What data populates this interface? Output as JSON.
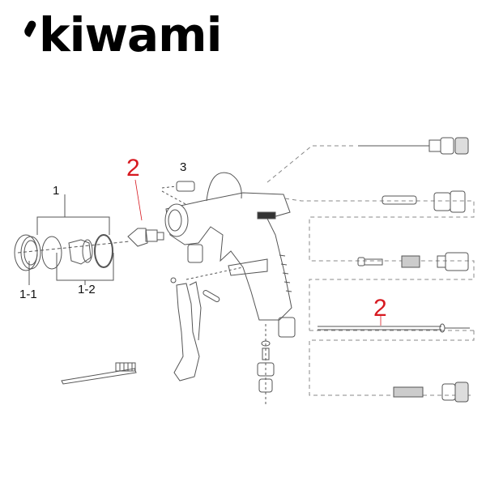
{
  "brand": {
    "name": "kiwami"
  },
  "labels": {
    "part_1": "1",
    "part_1_1": "1-1",
    "part_1_2": "1-2",
    "part_2_nozzle": "2",
    "part_2_needle": "2",
    "part_3": "3"
  },
  "colors": {
    "highlight": "#d71920",
    "line": "#555555",
    "text": "#111111"
  }
}
